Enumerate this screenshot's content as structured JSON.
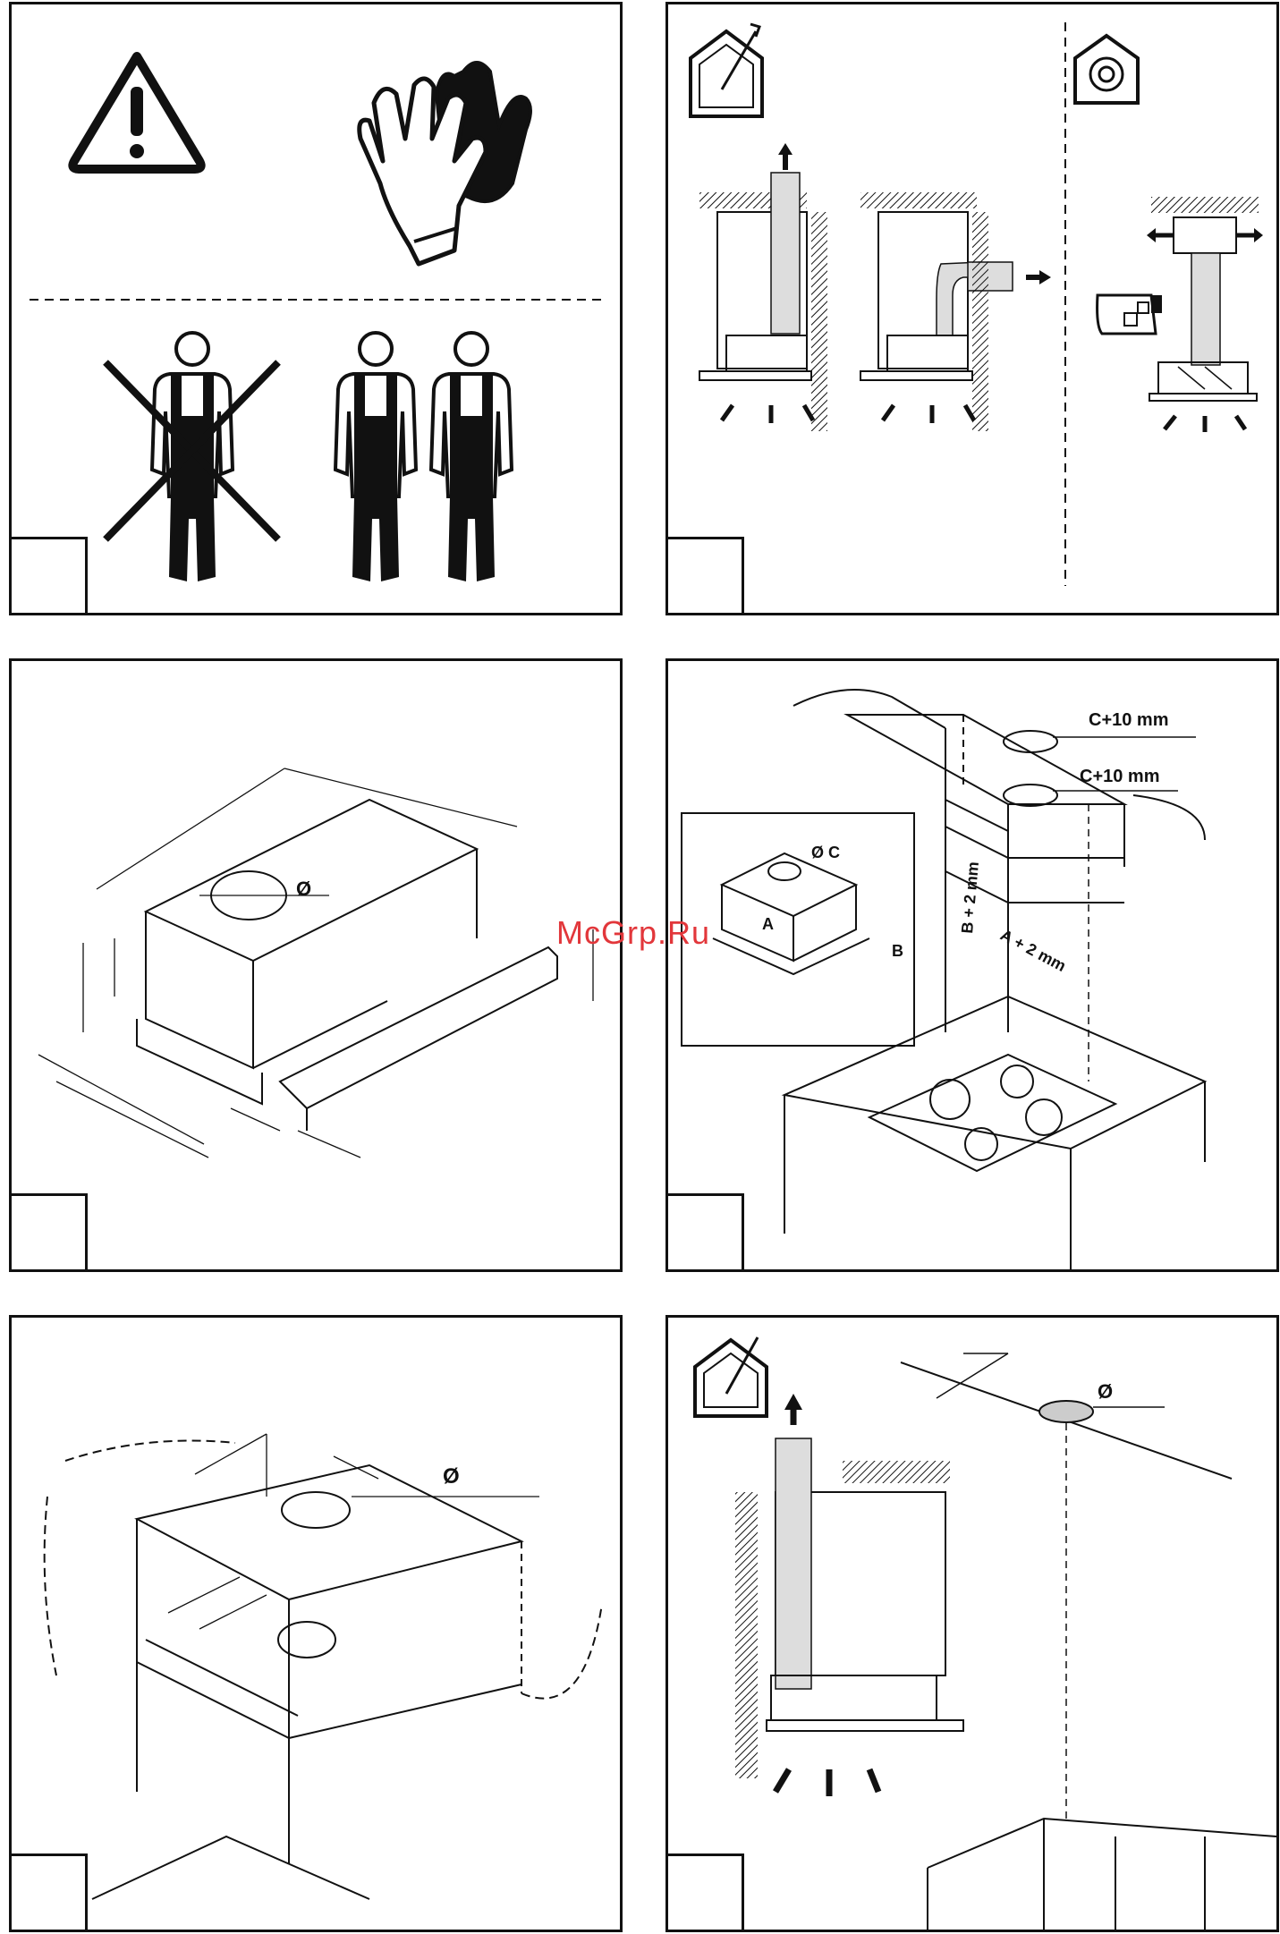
{
  "watermark": "McGrp.Ru",
  "panel_1": {
    "icons": [
      "warning-icon",
      "gloves-icon",
      "single-person-crossed-icon",
      "two-persons-icon"
    ]
  },
  "panel_2": {
    "icons": [
      "house-exhaust-icon",
      "house-recirculation-icon"
    ],
    "labels": []
  },
  "panel_3": {
    "diameter_label": "Ø"
  },
  "panel_4": {
    "hole_label_top": "C+10 mm",
    "hole_label_bottom": "C+10 mm",
    "height_label": "B + 2 mm",
    "width_label": "A + 2 mm",
    "inset_hole_label": "Ø C",
    "inset_a_label": "A",
    "inset_b_label": "B"
  },
  "panel_5": {
    "diameter_label": "Ø"
  },
  "panel_6": {
    "diameter_label": "Ø",
    "icons": [
      "house-exhaust-icon"
    ]
  }
}
